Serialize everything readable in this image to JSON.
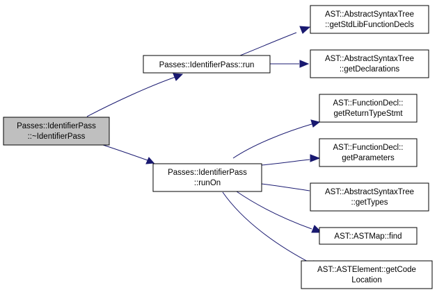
{
  "graph": {
    "edge_color": "#191970",
    "root_fill": "#bfbfbf",
    "nodes": {
      "root": {
        "lines": [
          "Passes::IdentifierPass",
          "::~IdentifierPass"
        ]
      },
      "run": {
        "lines": [
          "Passes::IdentifierPass::run"
        ]
      },
      "runOn": {
        "lines": [
          "Passes::IdentifierPass",
          "::runOn"
        ]
      },
      "getStdLibFunctionDecls": {
        "lines": [
          "AST::AbstractSyntaxTree",
          "::getStdLibFunctionDecls"
        ]
      },
      "getDeclarations": {
        "lines": [
          "AST::AbstractSyntaxTree",
          "::getDeclarations"
        ]
      },
      "getReturnTypeStmt": {
        "lines": [
          "AST::FunctionDecl::",
          "getReturnTypeStmt"
        ]
      },
      "getParameters": {
        "lines": [
          "AST::FunctionDecl::",
          "getParameters"
        ]
      },
      "getTypes": {
        "lines": [
          "AST::AbstractSyntaxTree",
          "::getTypes"
        ]
      },
      "find": {
        "lines": [
          "AST::ASTMap::find"
        ]
      },
      "getCodeLocation": {
        "lines": [
          "AST::ASTElement::getCode",
          "Location"
        ]
      }
    },
    "edges": [
      {
        "from": "root",
        "to": "run"
      },
      {
        "from": "root",
        "to": "runOn"
      },
      {
        "from": "run",
        "to": "getStdLibFunctionDecls"
      },
      {
        "from": "run",
        "to": "getDeclarations"
      },
      {
        "from": "runOn",
        "to": "getReturnTypeStmt"
      },
      {
        "from": "runOn",
        "to": "getParameters"
      },
      {
        "from": "runOn",
        "to": "getTypes"
      },
      {
        "from": "runOn",
        "to": "find"
      },
      {
        "from": "runOn",
        "to": "getCodeLocation"
      }
    ]
  }
}
